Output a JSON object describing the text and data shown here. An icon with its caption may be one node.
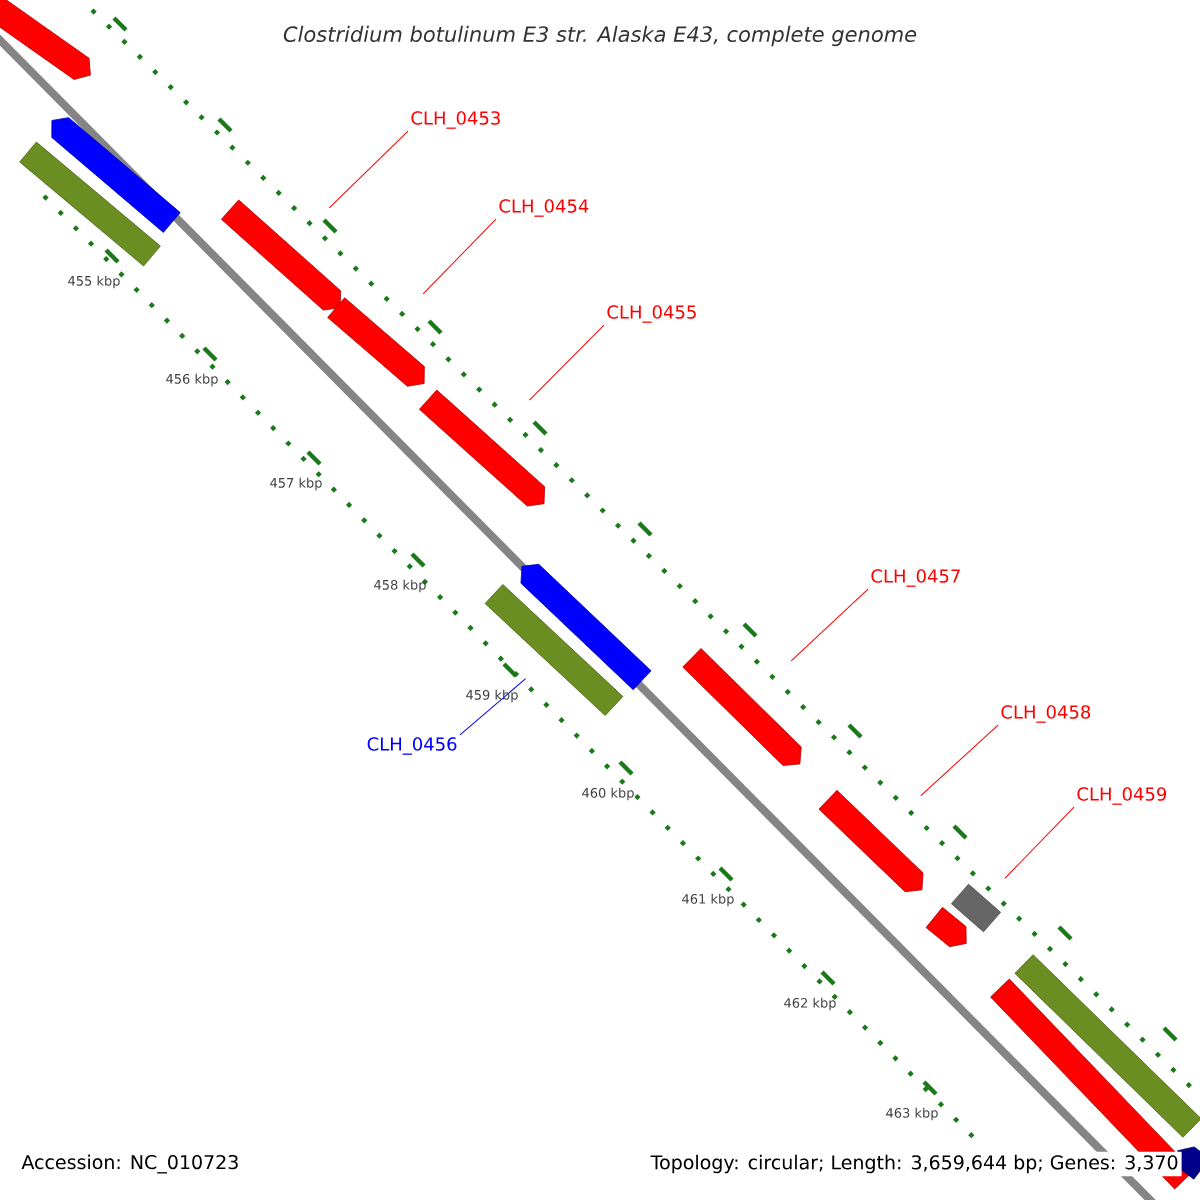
{
  "diagram": {
    "title": "Clostridium botulinum E3 str. Alaska E43, complete genome",
    "nodes": [
      {
        "text": [
          "CLH_0453"
        ]
      },
      {
        "text": [
          "CLH_0454"
        ]
      },
      {
        "text": [
          "CLH_0455"
        ]
      },
      {
        "text": [
          "CLH_0457"
        ]
      },
      {
        "text": [
          "CLH_0456"
        ]
      },
      {
        "text": [
          "CLH_0458"
        ]
      },
      {
        "text": [
          "CLH_0459"
        ]
      },
      {
        "text": [],
        "shape": "pentagon"
      },
      {
        "text": [],
        "shape": "pentagon"
      },
      {
        "text": [],
        "shape": "bar"
      },
      {
        "text": [],
        "shape": "pentagon"
      },
      {
        "text": [],
        "shape": "pentagon"
      },
      {
        "text": [],
        "shape": "pentagon"
      },
      {
        "text": [],
        "shape": "pentagon"
      },
      {
        "text": [],
        "shape": "bar"
      },
      {
        "text": [],
        "shape": "pentagon"
      },
      {
        "text": [],
        "shape": "pentagon"
      },
      {
        "text": [],
        "shape": "pentagon"
      },
      {
        "text": [],
        "shape": "bar"
      },
      {
        "text": [],
        "shape": "bar"
      },
      {
        "text": [],
        "shape": "bar"
      },
      {
        "text": [],
        "shape": "pentagon"
      }
    ],
    "edges": [
      {
        "from": 0,
        "to": 10,
        "arrow": "none"
      },
      {
        "from": 1,
        "to": 11,
        "arrow": "none"
      },
      {
        "from": 2,
        "to": 12,
        "arrow": "none"
      },
      {
        "from": 3,
        "to": 15,
        "arrow": "none"
      },
      {
        "from": 4,
        "to": 13,
        "arrow": "none",
        "color": "#0000ff"
      },
      {
        "from": 5,
        "to": 16,
        "arrow": "none"
      },
      {
        "from": 6,
        "to": 18,
        "arrow": "none"
      }
    ],
    "labels": [
      "455 kbp",
      "456 kbp",
      "457 kbp",
      "458 kbp",
      "459 kbp",
      "460 kbp",
      "461 kbp",
      "462 kbp",
      "463 kbp",
      "Accession: NC_010723",
      "Topology: circular; Length: 3,659,644 bp; Genes: 3,370"
    ]
  }
}
